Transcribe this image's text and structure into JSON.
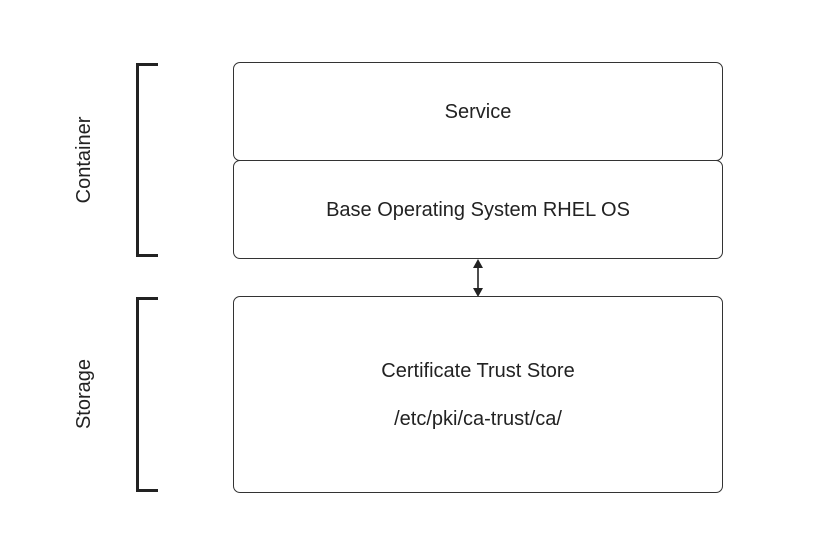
{
  "diagram": {
    "service_label": "Service",
    "base_os_label": "Base Operating System RHEL OS",
    "trust_store_title": "Certificate Trust Store",
    "trust_store_path": "/etc/pki/ca-trust/ca/",
    "container_label": "Container",
    "storage_label": "Storage",
    "connector": "double-headed-arrow"
  },
  "colors": {
    "stroke": "#333333",
    "text": "#222222",
    "background": "#ffffff"
  }
}
